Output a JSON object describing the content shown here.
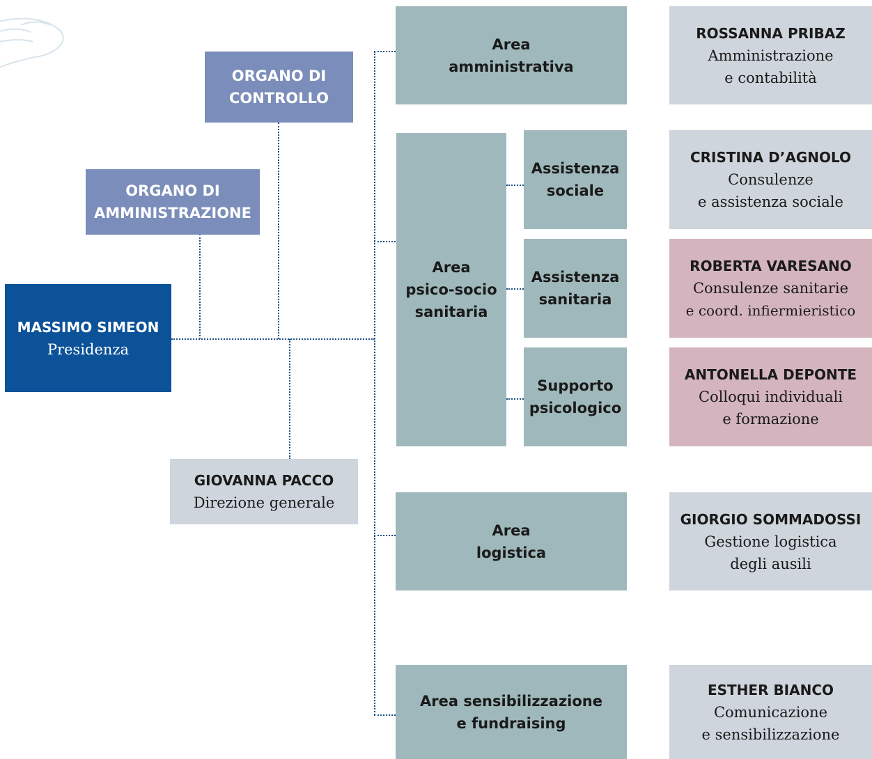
{
  "colors": {
    "organ": "#7b8dba",
    "presidency": "#0b5299",
    "area": "#9fb8bb",
    "person": "#cfd5dc",
    "person_highlight": "#d3b4bf",
    "connector": "#1e4f86"
  },
  "organo_controllo": {
    "line1": "ORGANO DI",
    "line2": "CONTROLLO"
  },
  "organo_amministrazione": {
    "line1": "ORGANO DI",
    "line2": "AMMINISTRAZIONE"
  },
  "presidenza": {
    "name": "MASSIMO SIMEON",
    "role": "Presidenza"
  },
  "direzione": {
    "name": "GIOVANNA PACCO",
    "role": "Direzione generale"
  },
  "areas": {
    "amministrativa": {
      "line1": "Area",
      "line2": "amministrativa"
    },
    "psico": {
      "line1": "Area",
      "line2": "psico-socio",
      "line3": "sanitaria"
    },
    "logistica": {
      "line1": "Area",
      "line2": "logistica"
    },
    "sensibilizzazione": {
      "line1": "Area sensibilizzazione",
      "line2": "e fundraising"
    }
  },
  "subareas": {
    "sociale": {
      "line1": "Assistenza",
      "line2": "sociale"
    },
    "sanitaria": {
      "line1": "Assistenza",
      "line2": "sanitaria"
    },
    "psicologico": {
      "line1": "Supporto",
      "line2": "psicologico"
    }
  },
  "people": {
    "pribaz": {
      "name": "ROSSANNA PRIBAZ",
      "role1": "Amministrazione",
      "role2": "e contabilità"
    },
    "dagnolo": {
      "name": "CRISTINA D’AGNOLO",
      "role1": "Consulenze",
      "role2": "e assistenza sociale"
    },
    "varesano": {
      "name": "ROBERTA VARESANO",
      "role1": "Consulenze sanitarie",
      "role2": "e coord. infiermieristico"
    },
    "deponte": {
      "name": "ANTONELLA DEPONTE",
      "role1": "Colloqui individuali",
      "role2": "e formazione"
    },
    "sommadossi": {
      "name": "GIORGIO SOMMADOSSI",
      "role1": "Gestione logistica",
      "role2": "degli ausili"
    },
    "bianco": {
      "name": "ESTHER BIANCO",
      "role1": "Comunicazione",
      "role2": "e sensibilizzazione"
    }
  }
}
